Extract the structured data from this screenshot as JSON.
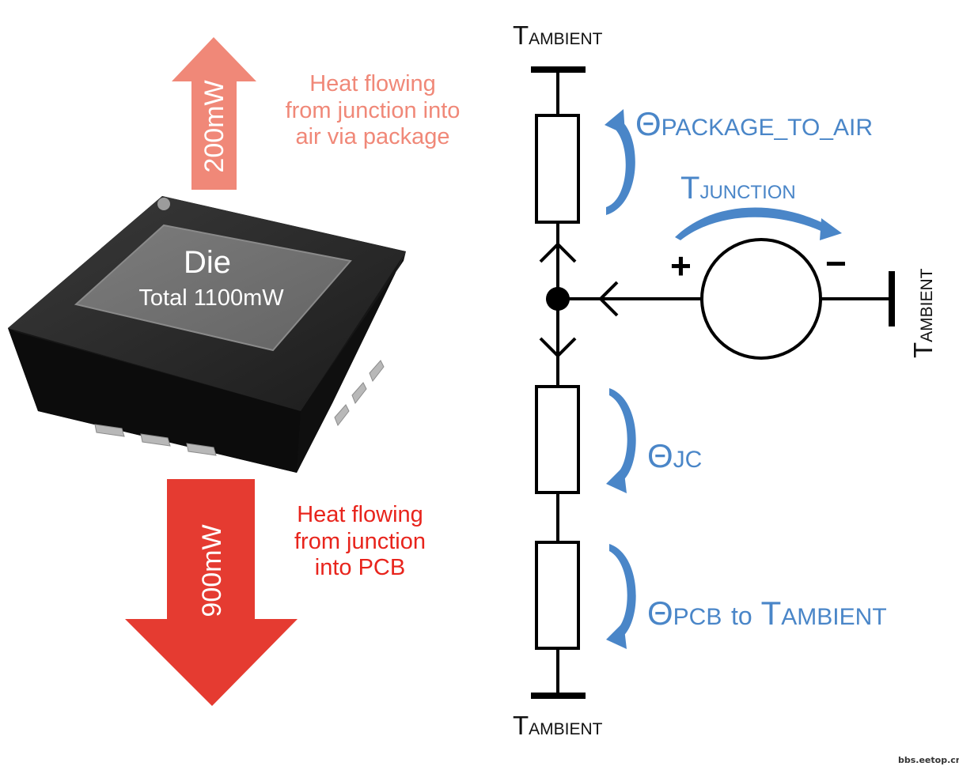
{
  "package": {
    "die_label": "Die",
    "die_power": "Total 1100mW"
  },
  "heat_up": {
    "arrow_value": "200mW",
    "caption": [
      "Heat flowing",
      "from junction into",
      "air via package"
    ],
    "color": "#f08878"
  },
  "heat_down": {
    "arrow_value": "900mW",
    "caption": [
      "Heat flowing",
      "from junction",
      "into PCB"
    ],
    "color": "#e8241c"
  },
  "circuit": {
    "t_prefix": "T",
    "ambient_sub": "AMBIENT",
    "junction_sub": "JUNCTION",
    "theta_symbol": "Θ",
    "package_to_air_sub": "PACKAGE_TO_AIR",
    "jc_sub": "JC",
    "pcb_sub": "PCB",
    "to_word": "to",
    "plus": "+",
    "minus": "−",
    "accent": "#4a86c8"
  },
  "watermark": "bbs.eetop.cn"
}
